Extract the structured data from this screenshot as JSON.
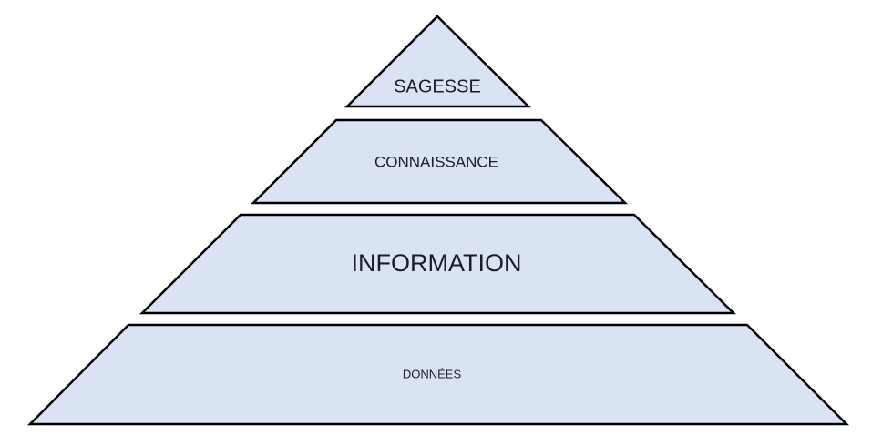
{
  "diagram": {
    "type": "pyramid",
    "fill_color": "#dae3f3",
    "stroke_color": "#000000",
    "levels": [
      {
        "label": "SAGESSE"
      },
      {
        "label": "CONNAISSANCE"
      },
      {
        "label": "INFORMATION"
      },
      {
        "label": "DONNÉES"
      }
    ]
  }
}
